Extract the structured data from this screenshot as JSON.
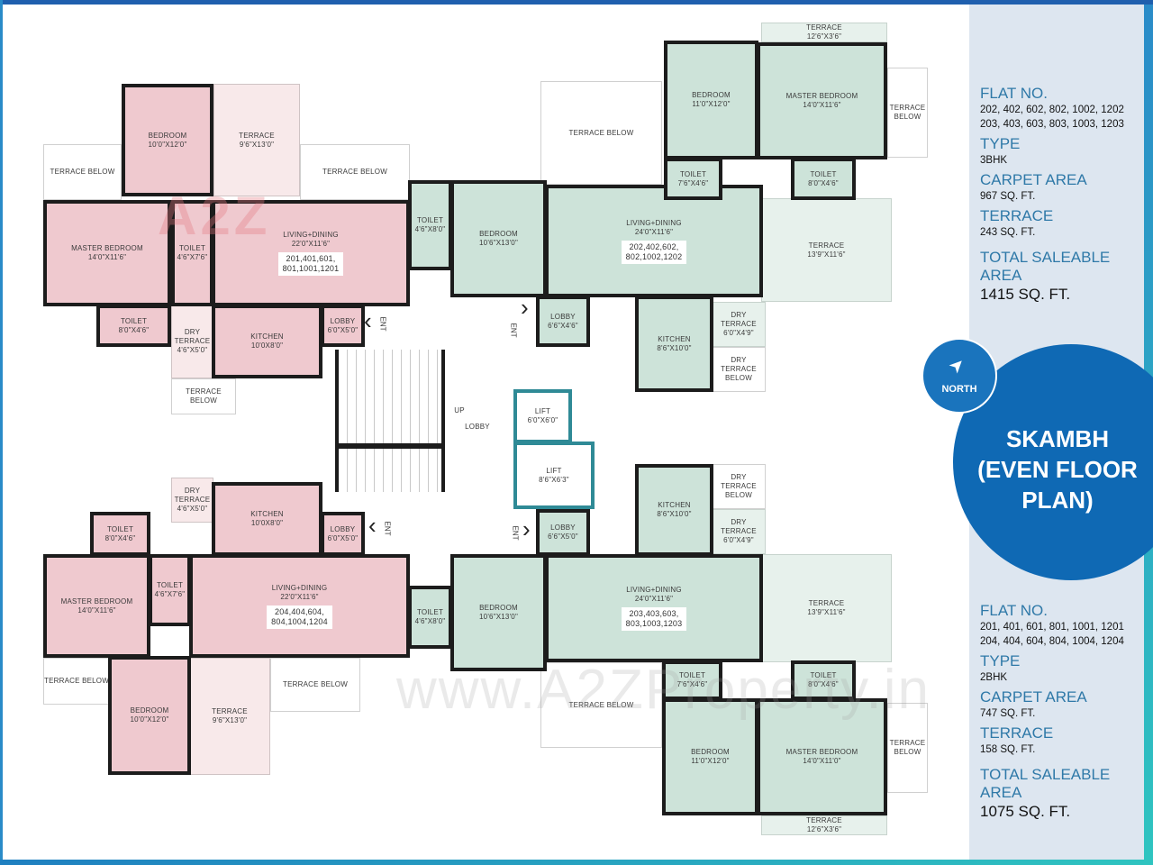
{
  "watermarks": {
    "logo": "A2Z",
    "site": "www.A2ZProperty.in"
  },
  "plan": {
    "entry_label": "ENT",
    "rooms": [
      {
        "name": "BEDROOM",
        "size": "10'0\"X12'0\""
      },
      {
        "name": "TERRACE",
        "size": "9'6\"X13'0\""
      },
      {
        "name": "TERRACE BELOW",
        "size": ""
      },
      {
        "name": "TERRACE BELOW",
        "size": ""
      },
      {
        "name": "MASTER BEDROOM",
        "size": "14'0\"X11'6\""
      },
      {
        "name": "TOILET",
        "size": "4'6\"X7'6\""
      },
      {
        "name": "TOILET",
        "size": "8'0\"X4'6\""
      },
      {
        "name": "LIVING+DINING",
        "size": "22'0\"X11'6\"",
        "flat_numbers": "201,401,601,\n801,1001,1201"
      },
      {
        "name": "DRY TERRACE",
        "size": "4'6\"X5'0\""
      },
      {
        "name": "KITCHEN",
        "size": "10'0X8'0\""
      },
      {
        "name": "LOBBY",
        "size": "6'0\"X5'0\""
      },
      {
        "name": "TERRACE BELOW",
        "size": ""
      },
      {
        "name": "TOILET",
        "size": "4'6\"X8'0\""
      },
      {
        "name": "BEDROOM",
        "size": "10'6\"X13'0\""
      },
      {
        "name": "TERRACE BELOW",
        "size": ""
      },
      {
        "name": "LIVING+DINING",
        "size": "24'0\"X11'6\"",
        "flat_numbers": "202,402,602,\n802,1002,1202"
      },
      {
        "name": "BEDROOM",
        "size": "11'0\"X12'0\""
      },
      {
        "name": "TOILET",
        "size": "7'6\"X4'6\""
      },
      {
        "name": "TERRACE",
        "size": "12'6\"X3'6\""
      },
      {
        "name": "MASTER BEDROOM",
        "size": "14'0\"X11'6\""
      },
      {
        "name": "TOILET",
        "size": "8'0\"X4'6\""
      },
      {
        "name": "TERRACE BELOW",
        "size": ""
      },
      {
        "name": "TERRACE",
        "size": "13'9\"X11'6\""
      },
      {
        "name": "LOBBY",
        "size": "6'6\"X4'6\""
      },
      {
        "name": "KITCHEN",
        "size": "8'6\"X10'0\""
      },
      {
        "name": "DRY TERRACE",
        "size": "6'0\"X4'9\""
      },
      {
        "name": "DRY TERRACE BELOW",
        "size": ""
      },
      {
        "name": "UP",
        "size": ""
      },
      {
        "name": "LOBBY",
        "size": ""
      },
      {
        "name": "LIFT",
        "size": "6'0\"X6'0\""
      },
      {
        "name": "LIFT",
        "size": "8'6\"X6'3\""
      },
      {
        "name": "DRY TERRACE",
        "size": "4'6\"X5'0\""
      },
      {
        "name": "KITCHEN",
        "size": "10'0X8'0\""
      },
      {
        "name": "LOBBY",
        "size": "6'0\"X5'0\""
      },
      {
        "name": "TOILET",
        "size": "8'0\"X4'6\""
      },
      {
        "name": "MASTER BEDROOM",
        "size": "14'0\"X11'6\""
      },
      {
        "name": "TOILET",
        "size": "4'6\"X7'6\""
      },
      {
        "name": "LIVING+DINING",
        "size": "22'0\"X11'6\"",
        "flat_numbers": "204,404,604,\n804,1004,1204"
      },
      {
        "name": "TERRACE BELOW",
        "size": ""
      },
      {
        "name": "BEDROOM",
        "size": "10'0\"X12'0\""
      },
      {
        "name": "TERRACE",
        "size": "9'6\"X13'0\""
      },
      {
        "name": "TERRACE BELOW",
        "size": ""
      },
      {
        "name": "TOILET",
        "size": "4'6\"X8'0\""
      },
      {
        "name": "BEDROOM",
        "size": "10'6\"X13'0\""
      },
      {
        "name": "LOBBY",
        "size": "6'6\"X5'0\""
      },
      {
        "name": "LIVING+DINING",
        "size": "24'0\"X11'6\"",
        "flat_numbers": "203,403,603,\n803,1003,1203"
      },
      {
        "name": "KITCHEN",
        "size": "8'6\"X10'0\""
      },
      {
        "name": "DRY TERRACE BELOW",
        "size": ""
      },
      {
        "name": "DRY TERRACE",
        "size": "6'0\"X4'9\""
      },
      {
        "name": "TERRACE",
        "size": "13'9\"X11'6\""
      },
      {
        "name": "TOILET",
        "size": "7'6\"X4'6\""
      },
      {
        "name": "TOILET",
        "size": "8'0\"X4'6\""
      },
      {
        "name": "TERRACE BELOW",
        "size": ""
      },
      {
        "name": "BEDROOM",
        "size": "11'0\"X12'0\""
      },
      {
        "name": "MASTER BEDROOM",
        "size": "14'0\"X11'0\""
      },
      {
        "name": "TERRACE BELOW",
        "size": ""
      },
      {
        "name": "TERRACE",
        "size": "12'6\"X3'6\""
      }
    ]
  },
  "panel": {
    "top": {
      "flat_no_label": "FLAT NO.",
      "flat_no_line1": "202, 402, 602, 802, 1002, 1202",
      "flat_no_line2": "203, 403, 603, 803, 1003, 1203",
      "type_label": "TYPE",
      "type": "3BHK",
      "carpet_label": "CARPET AREA",
      "carpet": "967 SQ. FT.",
      "terrace_label": "TERRACE",
      "terrace": "243 SQ. FT.",
      "total_label": "TOTAL SALEABLE AREA",
      "total": "1415 SQ. FT."
    },
    "north_label": "NORTH",
    "title_line1": "SKAMBH",
    "title_line2": "(EVEN FLOOR",
    "title_line3": "PLAN)",
    "bottom": {
      "flat_no_label": "FLAT NO.",
      "flat_no_line1": "201, 401, 601, 801, 1001, 1201",
      "flat_no_line2": "204, 404, 604, 804, 1004, 1204",
      "type_label": "TYPE",
      "type": "2BHK",
      "carpet_label": "CARPET AREA",
      "carpet": "747 SQ. FT.",
      "terrace_label": "TERRACE",
      "terrace": "158 SQ. FT.",
      "total_label": "TOTAL SALEABLE AREA",
      "total": "1075 SQ. FT."
    },
    "colors": {
      "accent": "#0f69b4",
      "heading": "#2f79a8",
      "panel_bg": "#dde6f0",
      "flat_2bhk": "#efc9cf",
      "flat_3bhk": "#cde3d9"
    }
  }
}
